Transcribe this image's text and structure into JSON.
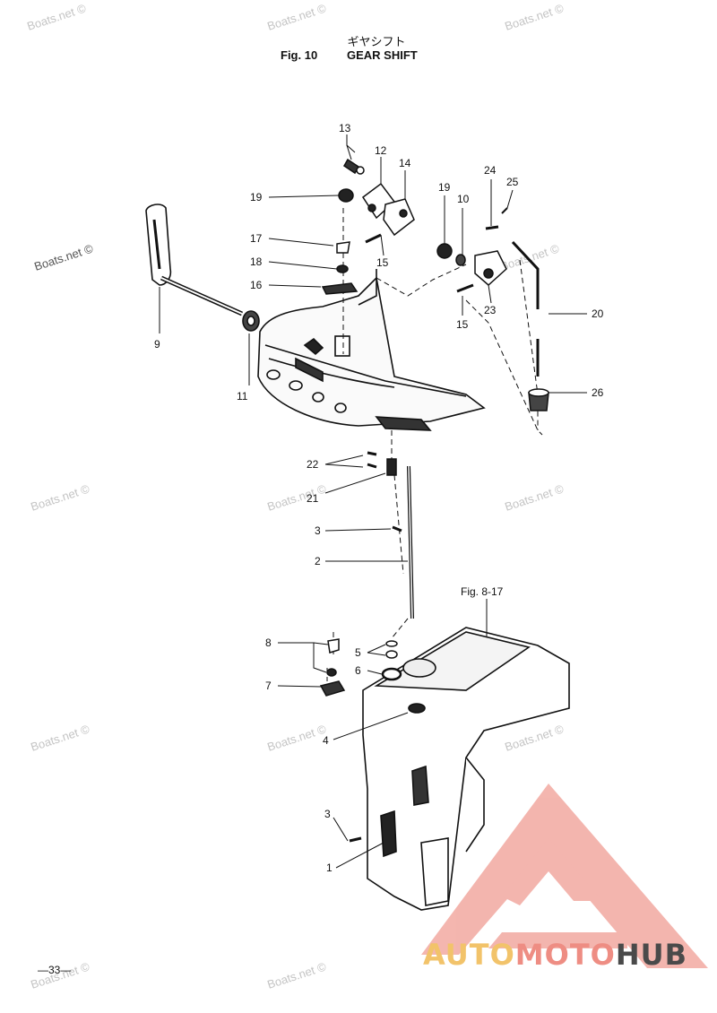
{
  "header": {
    "japanese_title": "ギヤシフト",
    "figure_label": "Fig. 10",
    "title": "GEAR SHIFT"
  },
  "reference": "Fig. 8-17",
  "callouts": {
    "c1": "1",
    "c2": "2",
    "c3a": "3",
    "c3b": "3",
    "c4": "4",
    "c5": "5",
    "c6": "6",
    "c7": "7",
    "c8": "8",
    "c9": "9",
    "c10": "10",
    "c11": "11",
    "c12": "12",
    "c13": "13",
    "c14": "14",
    "c15a": "15",
    "c15b": "15",
    "c16": "16",
    "c17": "17",
    "c18": "18",
    "c19a": "19",
    "c19b": "19",
    "c20": "20",
    "c21": "21",
    "c22": "22",
    "c23": "23",
    "c24": "24",
    "c25": "25",
    "c26": "26"
  },
  "watermark": "Boats.net ©",
  "page_number": "—33—",
  "logo": {
    "part1": "AUTO",
    "part2": "MOTO",
    "part3": "HUB",
    "colors": {
      "auto": "#f2c36a",
      "moto": "#ee8d83",
      "hub": "#4a4a4a",
      "triangle": "#f0a39b"
    }
  }
}
